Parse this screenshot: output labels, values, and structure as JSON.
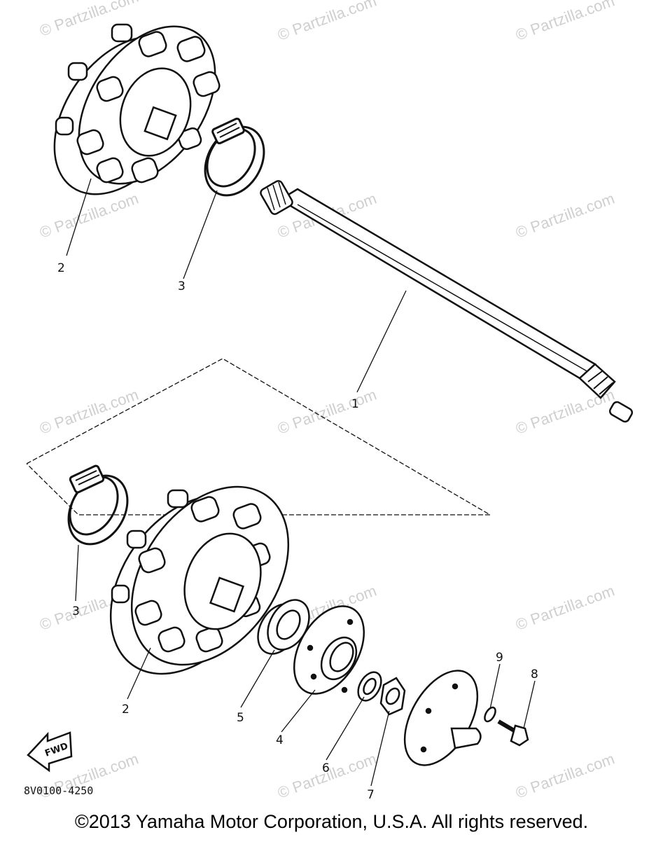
{
  "watermarks": [
    "© Partzilla.com"
  ],
  "callouts": {
    "shaft": "1",
    "sprocket_upper": "2",
    "sprocket_lower": "2",
    "clamp_upper": "3",
    "clamp_lower": "3",
    "bearing_housing": "4",
    "bearing": "5",
    "washer": "6",
    "nut": "7",
    "bolt": "8",
    "lock_washer": "9"
  },
  "front_arrow_label": "FWD",
  "drawing_code": "8V0100-4250",
  "copyright": "©2013 Yamaha Motor Corporation, U.S.A. All rights reserved."
}
